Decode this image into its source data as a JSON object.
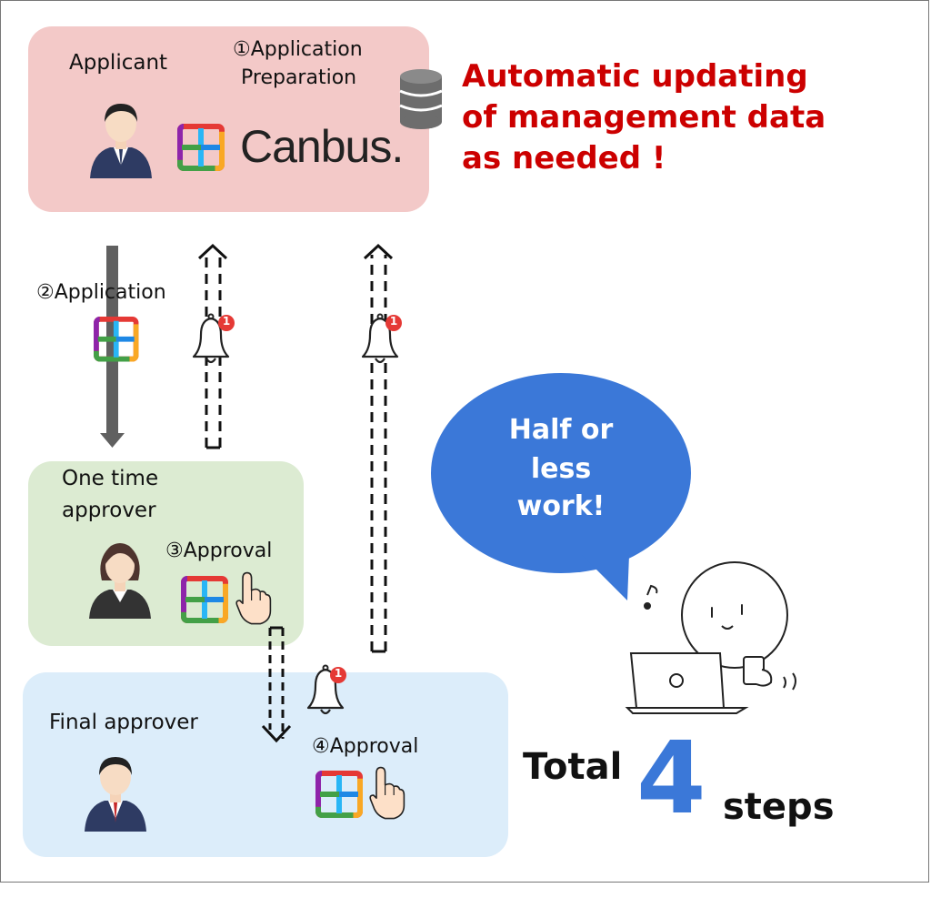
{
  "applicant": {
    "label": "Applicant",
    "step1": "①Application",
    "step1b": "Preparation",
    "logo_text": "Canbus."
  },
  "headline": {
    "line1": "Automatic updating",
    "line2": "of management data",
    "line3": "as needed !"
  },
  "application": {
    "step2": "②Application"
  },
  "one_time": {
    "line1": "One time",
    "line2": "approver",
    "step3": "③Approval"
  },
  "final": {
    "label": "Final approver",
    "step4": "④Approval"
  },
  "bubble": {
    "line1": "Half or",
    "line2": "less",
    "line3": "work!"
  },
  "total": {
    "prefix": "Total",
    "number": "4",
    "suffix": "steps"
  },
  "notification_badge": "1",
  "colors": {
    "applicant_panel": "#f3c9c8",
    "one_time_panel": "#dcebd2",
    "final_panel": "#dcedfa",
    "headline": "#cc0000",
    "bubble": "#3b78d8",
    "total_number": "#3b78d8",
    "badge": "#e53935"
  }
}
